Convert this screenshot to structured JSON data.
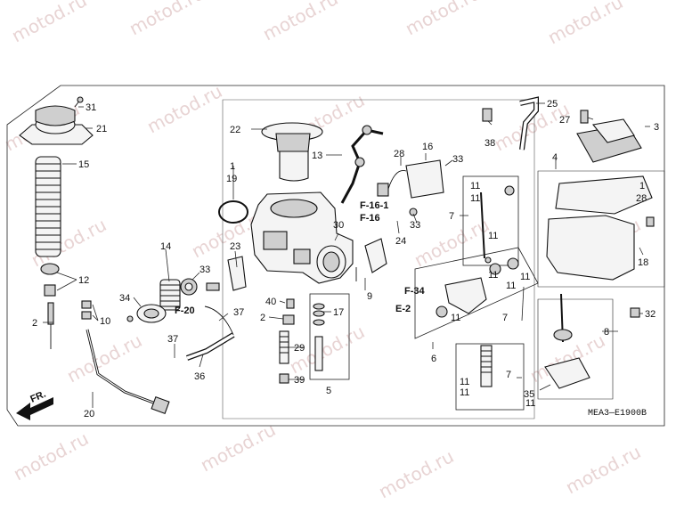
{
  "diagram": {
    "code": "MEA3—E1900B",
    "front_label": "FR.",
    "watermark": "motod.ru",
    "callouts": [
      {
        "id": "c31",
        "text": "31"
      },
      {
        "id": "c21",
        "text": "21"
      },
      {
        "id": "c15",
        "text": "15"
      },
      {
        "id": "c12",
        "text": "12"
      },
      {
        "id": "c2a",
        "text": "2"
      },
      {
        "id": "c10",
        "text": "10"
      },
      {
        "id": "c20",
        "text": "20"
      },
      {
        "id": "c22",
        "text": "22"
      },
      {
        "id": "c13",
        "text": "13"
      },
      {
        "id": "c1a",
        "text": "1"
      },
      {
        "id": "c19",
        "text": "19"
      },
      {
        "id": "c14",
        "text": "14"
      },
      {
        "id": "c23",
        "text": "23"
      },
      {
        "id": "c33a",
        "text": "33"
      },
      {
        "id": "c34",
        "text": "34"
      },
      {
        "id": "c37a",
        "text": "37"
      },
      {
        "id": "c37b",
        "text": "37"
      },
      {
        "id": "c36",
        "text": "36"
      },
      {
        "id": "c40",
        "text": "40"
      },
      {
        "id": "c2b",
        "text": "2"
      },
      {
        "id": "c29",
        "text": "29"
      },
      {
        "id": "c39",
        "text": "39"
      },
      {
        "id": "c17",
        "text": "17"
      },
      {
        "id": "c5",
        "text": "5"
      },
      {
        "id": "c30",
        "text": "30"
      },
      {
        "id": "c9",
        "text": "9"
      },
      {
        "id": "c24",
        "text": "24"
      },
      {
        "id": "c33b",
        "text": "33"
      },
      {
        "id": "c33c",
        "text": "33"
      },
      {
        "id": "c28a",
        "text": "28"
      },
      {
        "id": "c16",
        "text": "16"
      },
      {
        "id": "c38",
        "text": "38"
      },
      {
        "id": "c25",
        "text": "25"
      },
      {
        "id": "c7a",
        "text": "7"
      },
      {
        "id": "c11a",
        "text": "11"
      },
      {
        "id": "c11b",
        "text": "11"
      },
      {
        "id": "c11c",
        "text": "11"
      },
      {
        "id": "c11d",
        "text": "11"
      },
      {
        "id": "c11e",
        "text": "11"
      },
      {
        "id": "c11f",
        "text": "11"
      },
      {
        "id": "c11g",
        "text": "11"
      },
      {
        "id": "c7b",
        "text": "7"
      },
      {
        "id": "c6",
        "text": "6"
      },
      {
        "id": "c11h",
        "text": "11"
      },
      {
        "id": "c11i",
        "text": "11"
      },
      {
        "id": "c7c",
        "text": "7"
      },
      {
        "id": "c35",
        "text": "35"
      },
      {
        "id": "c8",
        "text": "8"
      },
      {
        "id": "c32",
        "text": "32"
      },
      {
        "id": "c27",
        "text": "27"
      },
      {
        "id": "c3",
        "text": "3"
      },
      {
        "id": "c4",
        "text": "4"
      },
      {
        "id": "c1b",
        "text": "1"
      },
      {
        "id": "c28b",
        "text": "28"
      },
      {
        "id": "c18",
        "text": "18"
      },
      {
        "id": "c11j",
        "text": "11"
      }
    ],
    "references": [
      {
        "id": "rF161",
        "text": "F-16-1"
      },
      {
        "id": "rF16",
        "text": "F-16"
      },
      {
        "id": "rF20",
        "text": "F-20"
      },
      {
        "id": "rF34",
        "text": "F-34"
      },
      {
        "id": "rE2",
        "text": "E-2"
      }
    ]
  }
}
